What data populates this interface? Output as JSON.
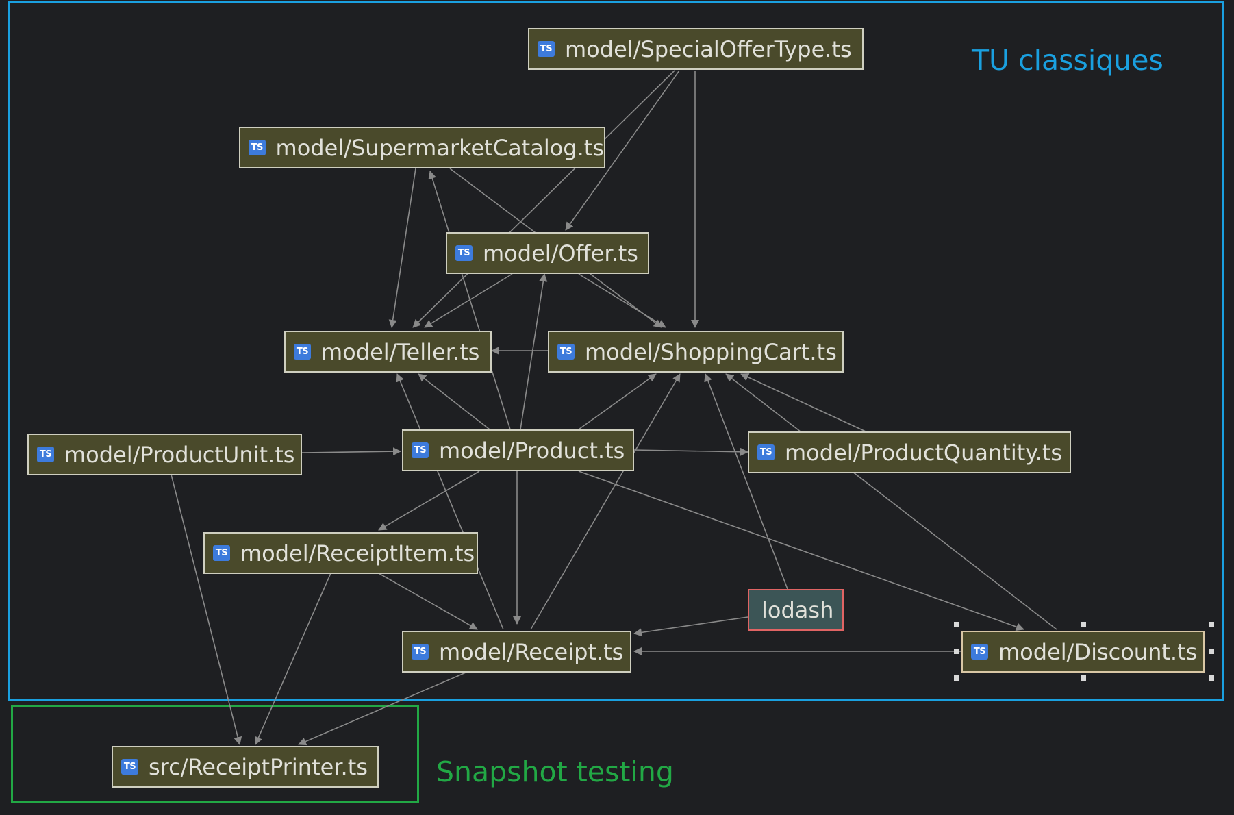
{
  "regions": {
    "tu_label": "TU classiques",
    "snapshot_label": "Snapshot testing"
  },
  "colors": {
    "background": "#1e1f22",
    "node_fill": "#4a4a2b",
    "library_fill": "#3c5556",
    "edge": "#8a8a8a",
    "tu_region": "#1aa0e0",
    "snapshot_region": "#22a845"
  },
  "icon": {
    "ts_badge": "TS"
  },
  "nodes": {
    "special_offer_type": "model/SpecialOfferType.ts",
    "supermarket_catalog": "model/SupermarketCatalog.ts",
    "offer": "model/Offer.ts",
    "teller": "model/Teller.ts",
    "shopping_cart": "model/ShoppingCart.ts",
    "product_unit": "model/ProductUnit.ts",
    "product": "model/Product.ts",
    "product_quantity": "model/ProductQuantity.ts",
    "receipt_item": "model/ReceiptItem.ts",
    "lodash": "lodash",
    "receipt": "model/Receipt.ts",
    "discount": "model/Discount.ts",
    "receipt_printer": "src/ReceiptPrinter.ts"
  }
}
